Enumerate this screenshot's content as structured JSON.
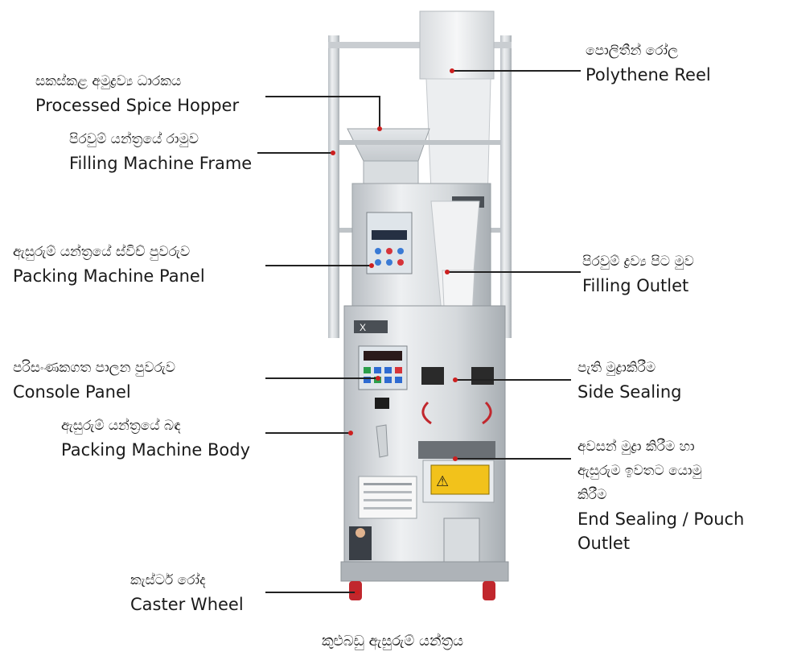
{
  "caption": "කුළුබඩු ඇසුරුම් යන්ත්‍රය",
  "labels": {
    "hopper": {
      "si": "සකස්කළ අමුද්‍රව්‍ය ධාරකය",
      "en": "Processed Spice Hopper"
    },
    "frame": {
      "si": "පිරවුම් යන්ත්‍රයේ රාමුව",
      "en": "Filling Machine Frame"
    },
    "packing_panel": {
      "si": "ඇසුරුම් යන්ත්‍රයේ ස්විච් පුවරුව",
      "en": "Packing Machine Panel"
    },
    "console": {
      "si": "පරිසංණකගත පාලන පුවරුව",
      "en": "Console Panel"
    },
    "body": {
      "si": "ඇසුරුම් යන්ත්‍රයේ බඳ",
      "en": "Packing Machine Body"
    },
    "caster": {
      "si": "කැස්ටර් රෝද",
      "en": "Caster Wheel"
    },
    "reel": {
      "si": "පොලිතීන් රෝල",
      "en": "Polythene Reel"
    },
    "outlet": {
      "si": "පිරවුම් ද්‍රව්‍ය පිට මුව",
      "en": "Filling Outlet"
    },
    "side_sealing": {
      "si": "පැති මුද්‍රාකිරීම",
      "en": "Side Sealing"
    },
    "end_sealing": {
      "si1": "අවසන් මුද්‍රා කිරීම හා",
      "si2": "ඇසුරුම ඉවතට යොමු",
      "si3": "කිරීම",
      "en1": "End Sealing / Pouch",
      "en2": "Outlet"
    }
  },
  "machine": {
    "brand_badge": "X",
    "warning_symbol": "⚠"
  },
  "colors": {
    "leader": "#222222",
    "dot": "#cc1f1f",
    "steel_light": "#e6e8ea",
    "steel_mid": "#c9cdd1",
    "steel_dark": "#8e9499",
    "warning": "#f2c21b",
    "wheel": "#c1272d"
  }
}
